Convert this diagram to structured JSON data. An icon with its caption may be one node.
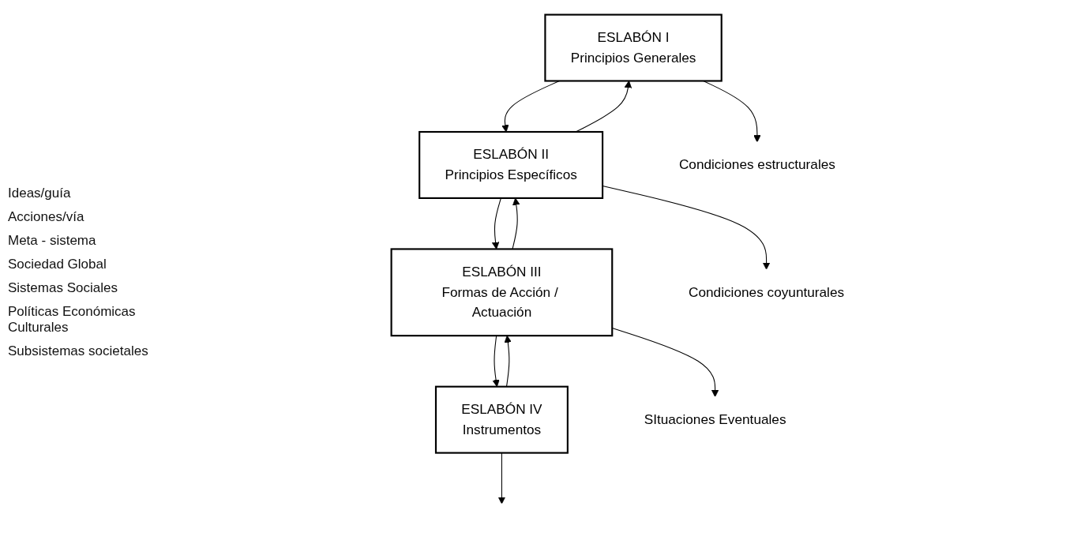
{
  "diagram": {
    "nodes": [
      {
        "text": [
          "ESLABÓN I",
          "Principios Generales"
        ]
      },
      {
        "text": [
          "ESLABÓN II",
          "Principios Específicos"
        ]
      },
      {
        "text": [
          "ESLABÓN III",
          "Formas de Acción / Actuación"
        ]
      },
      {
        "text": [
          "ESLABÓN IV",
          "Instrumentos"
        ]
      },
      {
        "text": [
          "Condiciones estructurales"
        ]
      },
      {
        "text": [
          "Condiciones coyunturales"
        ]
      },
      {
        "text": [
          "SItuaciones Eventuales"
        ]
      }
    ],
    "edges": [
      {
        "from": 3,
        "to": 2,
        "arrow": "to"
      },
      {
        "from": 2,
        "to": 1,
        "arrow": "to"
      },
      {
        "from": 1,
        "to": 0,
        "arrow": "to"
      },
      {
        "from": 0,
        "to": 1,
        "arrow": "to"
      },
      {
        "from": 1,
        "to": 2,
        "arrow": "to"
      },
      {
        "from": 2,
        "to": 3,
        "arrow": "to"
      },
      {
        "from": 0,
        "to": 4,
        "arrow": "to"
      },
      {
        "from": 1,
        "to": 5,
        "arrow": "to"
      },
      {
        "from": 2,
        "to": 6,
        "arrow": "to"
      },
      {
        "from": 3,
        "to": null,
        "arrow": "to"
      }
    ],
    "labels": [
      "Ideas/guía",
      "Acciones/vía",
      "Meta - sistema",
      "Sociedad Global",
      "Sistemas Sociales",
      "Políticas Económicas Culturales",
      "Subsistemas societales"
    ]
  }
}
